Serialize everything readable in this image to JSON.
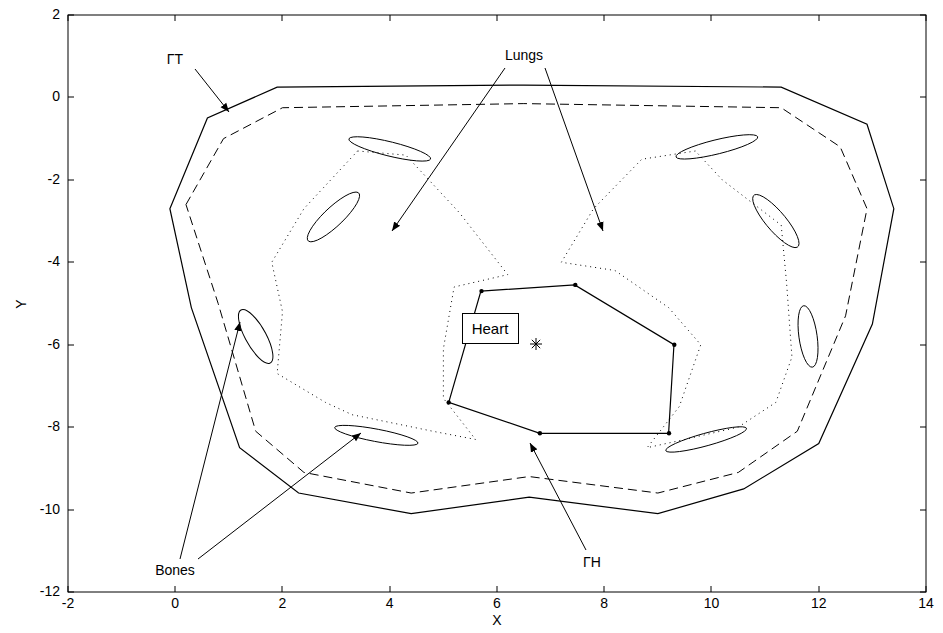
{
  "diagram": {
    "nodes": [
      {
        "text": [
          "Heart"
        ]
      }
    ],
    "labels": [
      "ΓT",
      "Lungs",
      "Bones",
      "ΓH",
      "X",
      "Y",
      "-2",
      "0",
      "2",
      "4",
      "6",
      "8",
      "10",
      "12",
      "14",
      "2",
      "0",
      "-2",
      "-4",
      "-6",
      "-8",
      "-10",
      "-12"
    ]
  }
}
